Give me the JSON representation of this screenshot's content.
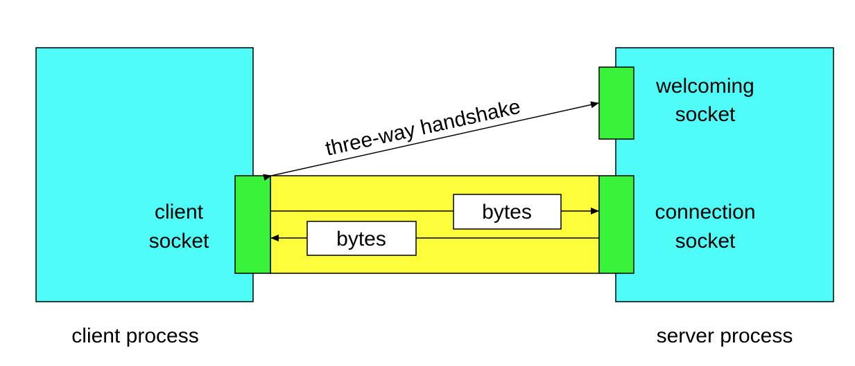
{
  "labels": {
    "client_socket_line1": "client",
    "client_socket_line2": "socket",
    "welcoming_socket_line1": "welcoming",
    "welcoming_socket_line2": "socket",
    "connection_socket_line1": "connection",
    "connection_socket_line2": "socket",
    "handshake": "three-way handshake",
    "bytes_to_server": "bytes",
    "bytes_to_client": "bytes",
    "client_process": "client process",
    "server_process": "server process"
  },
  "colors": {
    "process_box": "#4ffcf8",
    "socket": "#38f33a",
    "pipe": "#fdfd3c",
    "stroke": "#000000",
    "bytes_box": "#ffffff"
  }
}
